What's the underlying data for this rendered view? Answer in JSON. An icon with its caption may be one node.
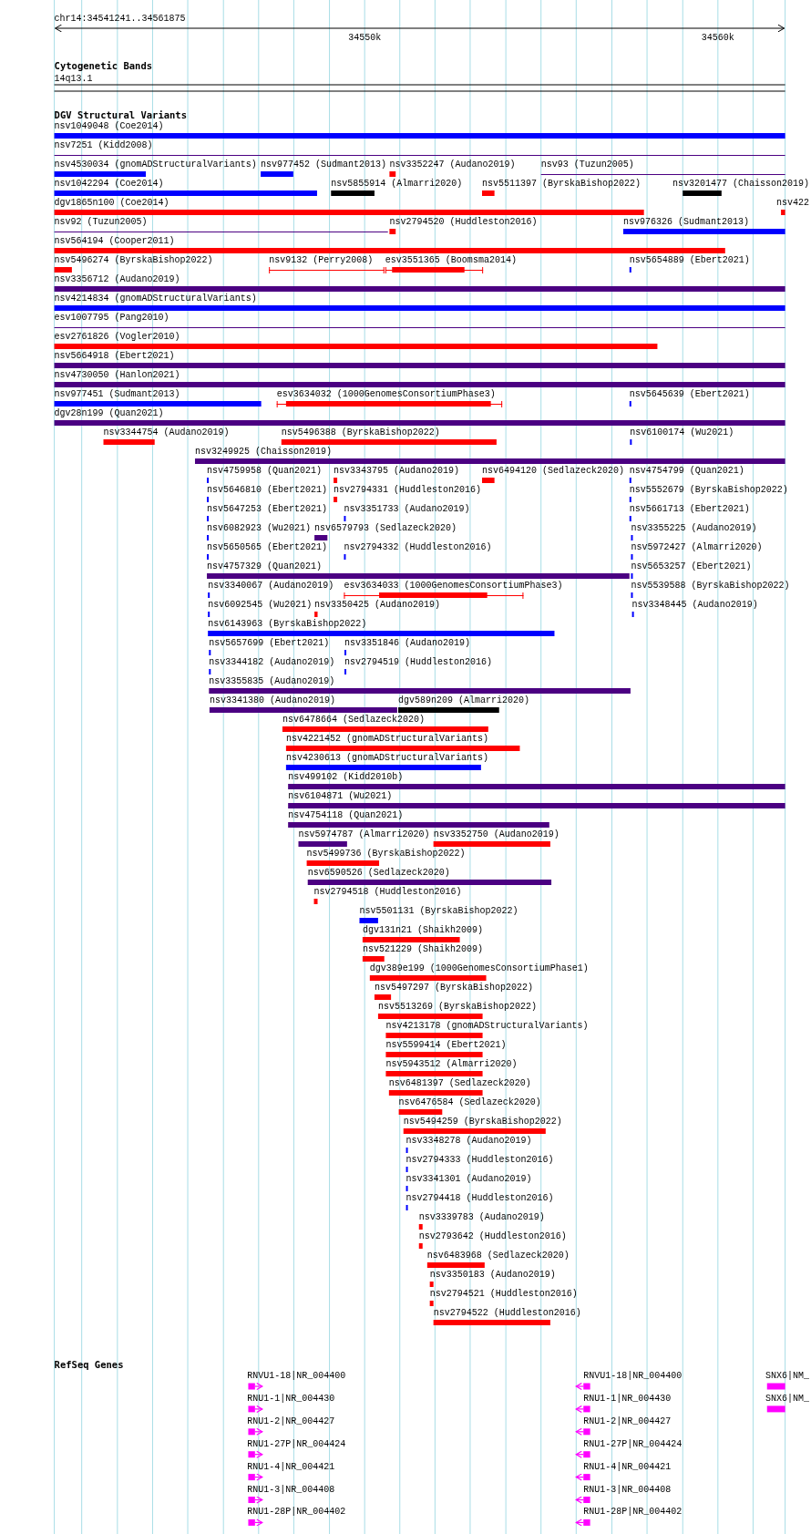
{
  "diagram": {
    "labels": [
      "chr14:34541241..34561875",
      "34550k",
      "34560k",
      "Cytogenetic Bands",
      "14q13.1",
      "DGV Structural Variants",
      "nsv1049048 (Coe2014)",
      "nsv7251 (Kidd2008)",
      "nsv4530034 (gnomADStructuralVariants)",
      "nsv977452 (Sudmant2013)",
      "nsv3352247 (Audano2019)",
      "nsv93 (Tuzun2005)",
      "nsv1042294 (Coe2014)",
      "nsv5855914 (Almarri2020)",
      "nsv5511397 (ByrskaBishop2022)",
      "nsv3201477 (Chaisson2019)",
      "dgv1865n100 (Coe2014)",
      "nsv422",
      "nsv92 (Tuzun2005)",
      "nsv2794520 (Huddleston2016)",
      "nsv976326 (Sudmant2013)",
      "nsv564194 (Cooper2011)",
      "nsv5496274 (ByrskaBishop2022)",
      "nsv9132 (Perry2008)",
      "esv3551365 (Boomsma2014)",
      "nsv5654889 (Ebert2021)",
      "nsv3356712 (Audano2019)",
      "nsv4214834 (gnomADStructuralVariants)",
      "esv1007795 (Pang2010)",
      "esv2761826 (Vogler2010)",
      "nsv5664918 (Ebert2021)",
      "nsv4730050 (Hanlon2021)",
      "nsv977451 (Sudmant2013)",
      "esv3634032 (1000GenomesConsortiumPhase3)",
      "nsv5645639 (Ebert2021)",
      "dgv28n199 (Quan2021)",
      "nsv3344754 (Audano2019)",
      "nsv5496388 (ByrskaBishop2022)",
      "nsv6100174 (Wu2021)",
      "nsv3249925 (Chaisson2019)",
      "nsv4759958 (Quan2021)",
      "nsv3343795 (Audano2019)",
      "nsv6494120 (Sedlazeck2020)",
      "nsv4754799 (Quan2021)",
      "nsv5646810 (Ebert2021)",
      "nsv2794331 (Huddleston2016)",
      "nsv5552679 (ByrskaBishop2022)",
      "nsv5647253 (Ebert2021)",
      "nsv3351733 (Audano2019)",
      "nsv5661713 (Ebert2021)",
      "nsv6082923 (Wu2021)",
      "nsv6579793 (Sedlazeck2020)",
      "nsv3355225 (Audano2019)",
      "nsv5650565 (Ebert2021)",
      "nsv2794332 (Huddleston2016)",
      "nsv5972427 (Almarri2020)",
      "nsv4757329 (Quan2021)",
      "nsv5653257 (Ebert2021)",
      "nsv3340067 (Audano2019)",
      "esv3634033 (1000GenomesConsortiumPhase3)",
      "nsv5539588 (ByrskaBishop2022)",
      "nsv6092545 (Wu2021)",
      "nsv3350425 (Audano2019)",
      "nsv3348445 (Audano2019)",
      "nsv6143963 (ByrskaBishop2022)",
      "nsv5657699 (Ebert2021)",
      "nsv3351846 (Audano2019)",
      "nsv3344182 (Audano2019)",
      "nsv2794519 (Huddleston2016)",
      "nsv3355835 (Audano2019)",
      "nsv3341380 (Audano2019)",
      "dgv589n209 (Almarri2020)",
      "nsv6478664 (Sedlazeck2020)",
      "nsv4221452 (gnomADStructuralVariants)",
      "nsv4230613 (gnomADStructuralVariants)",
      "nsv499102 (Kidd2010b)",
      "nsv6104871 (Wu2021)",
      "nsv4754118 (Quan2021)",
      "nsv5974787 (Almarri2020)",
      "nsv3352750 (Audano2019)",
      "nsv5499736 (ByrskaBishop2022)",
      "nsv6590526 (Sedlazeck2020)",
      "nsv2794518 (Huddleston2016)",
      "nsv5501131 (ByrskaBishop2022)",
      "dgv131n21 (Shaikh2009)",
      "nsv521229 (Shaikh2009)",
      "dgv389e199 (1000GenomesConsortiumPhase1)",
      "nsv5497297 (ByrskaBishop2022)",
      "nsv5513269 (ByrskaBishop2022)",
      "nsv4213178 (gnomADStructuralVariants)",
      "nsv5599414 (Ebert2021)",
      "nsv5943512 (Almarri2020)",
      "nsv6481397 (Sedlazeck2020)",
      "nsv6476584 (Sedlazeck2020)",
      "nsv5494259 (ByrskaBishop2022)",
      "nsv3348278 (Audano2019)",
      "nsv2794333 (Huddleston2016)",
      "nsv3341301 (Audano2019)",
      "nsv2794418 (Huddleston2016)",
      "nsv3339783 (Audano2019)",
      "nsv2793642 (Huddleston2016)",
      "nsv6483968 (Sedlazeck2020)",
      "nsv3350183 (Audano2019)",
      "nsv2794521 (Huddleston2016)",
      "nsv2794522 (Huddleston2016)",
      "RefSeq Genes",
      "RNVU1-18|NR_004400",
      "RNVU1-18|NR_004400",
      "SNX6|NM_",
      "RNU1-1|NR_004430",
      "RNU1-1|NR_004430",
      "SNX6|NM_",
      "RNU1-2|NR_004427",
      "RNU1-2|NR_004427",
      "RNU1-27P|NR_004424",
      "RNU1-27P|NR_004424",
      "RNU1-4|NR_004421",
      "RNU1-4|NR_004421",
      "RNU1-3|NR_004408",
      "RNU1-3|NR_004408",
      "RNU1-28P|NR_004402",
      "RNU1-28P|NR_004402"
    ]
  }
}
